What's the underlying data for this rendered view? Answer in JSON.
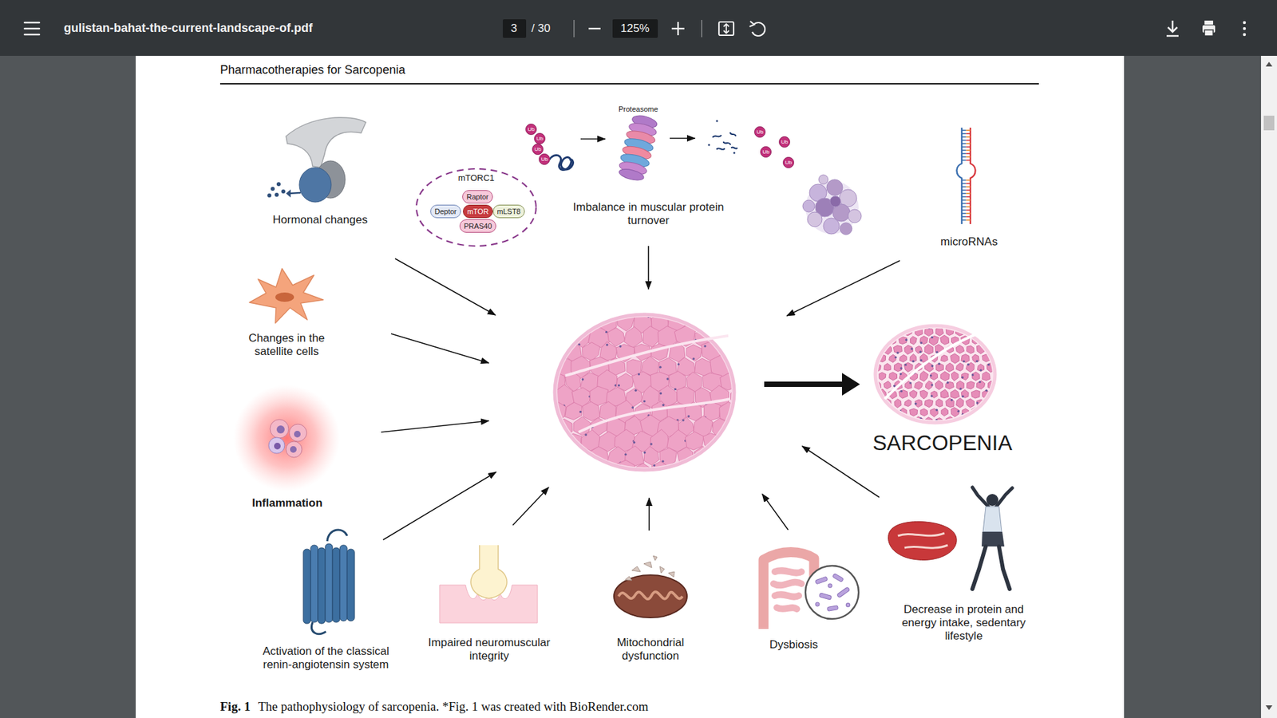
{
  "diagram": {
    "title": "Pharmacotherapies for Sarcopenia",
    "caption": "The pathophysiology of sarcopenia. *Fig. 1 was created with BioRender.com",
    "nodes": [
      {
        "text": [
          "mTORC1"
        ]
      },
      {
        "text": [
          "Raptor"
        ],
        "in": 0
      },
      {
        "text": [
          "Deptor"
        ],
        "in": 0
      },
      {
        "text": [
          "mTOR"
        ],
        "in": 0
      },
      {
        "text": [
          "mLST8"
        ],
        "in": 0
      },
      {
        "text": [
          "PRAS40"
        ],
        "in": 0
      },
      {
        "text": [
          "Ub"
        ]
      },
      {
        "text": [
          "Ub"
        ]
      },
      {
        "text": [
          "Ub"
        ]
      },
      {
        "text": [
          "Ub"
        ]
      },
      {
        "text": [
          "Ub"
        ]
      },
      {
        "text": [
          "Ub"
        ]
      },
      {
        "text": [
          "Ub"
        ]
      },
      {
        "text": [
          "Ub"
        ]
      }
    ],
    "labels": [
      "gulistan-bahat-the-current-landscape-of.pdf",
      "3",
      "/ 30",
      "125%",
      "Proteasome",
      "Hormonal changes",
      "Imbalance in muscular protein turnover",
      "microRNAs",
      "Changes in the satellite cells",
      "Inflammation",
      "SARCOPENIA",
      "Activation of the classical renin-angiotensin system",
      "Impaired neuromuscular integrity",
      "Mitochondrial dysfunction",
      "Dysbiosis",
      "Decrease in protein and energy intake, sedentary lifestyle",
      "Fig. 1"
    ]
  }
}
